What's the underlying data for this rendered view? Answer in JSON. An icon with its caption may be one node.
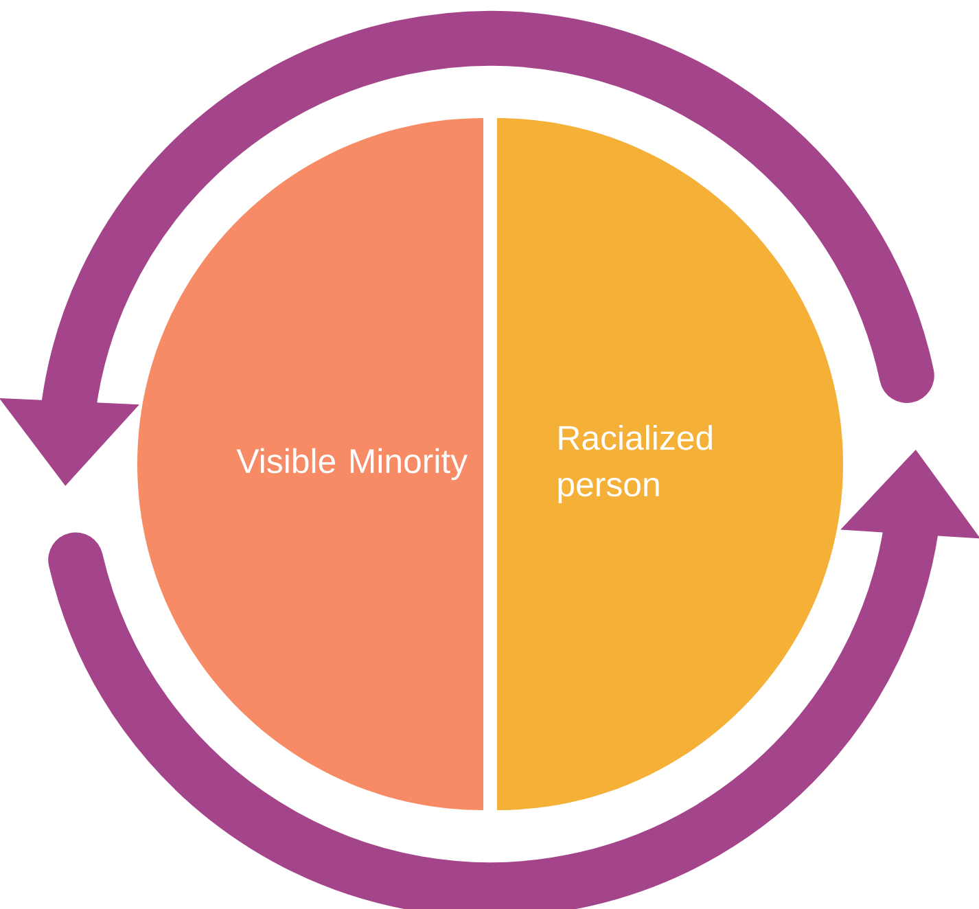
{
  "diagram": {
    "nodes": [
      {
        "text": [
          "Visible Minority"
        ]
      },
      {
        "text": [
          "Racialized person"
        ]
      }
    ],
    "edges": [
      {
        "from": 1,
        "to": 0,
        "arrow": "to"
      },
      {
        "from": 0,
        "to": 1,
        "arrow": "to"
      }
    ]
  }
}
